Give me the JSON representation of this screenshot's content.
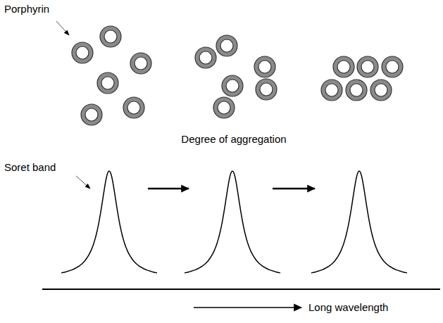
{
  "diagram": {
    "labels": [
      "Porphyrin",
      "Degree of aggregation",
      "Soret band",
      "Long wavelength"
    ]
  }
}
